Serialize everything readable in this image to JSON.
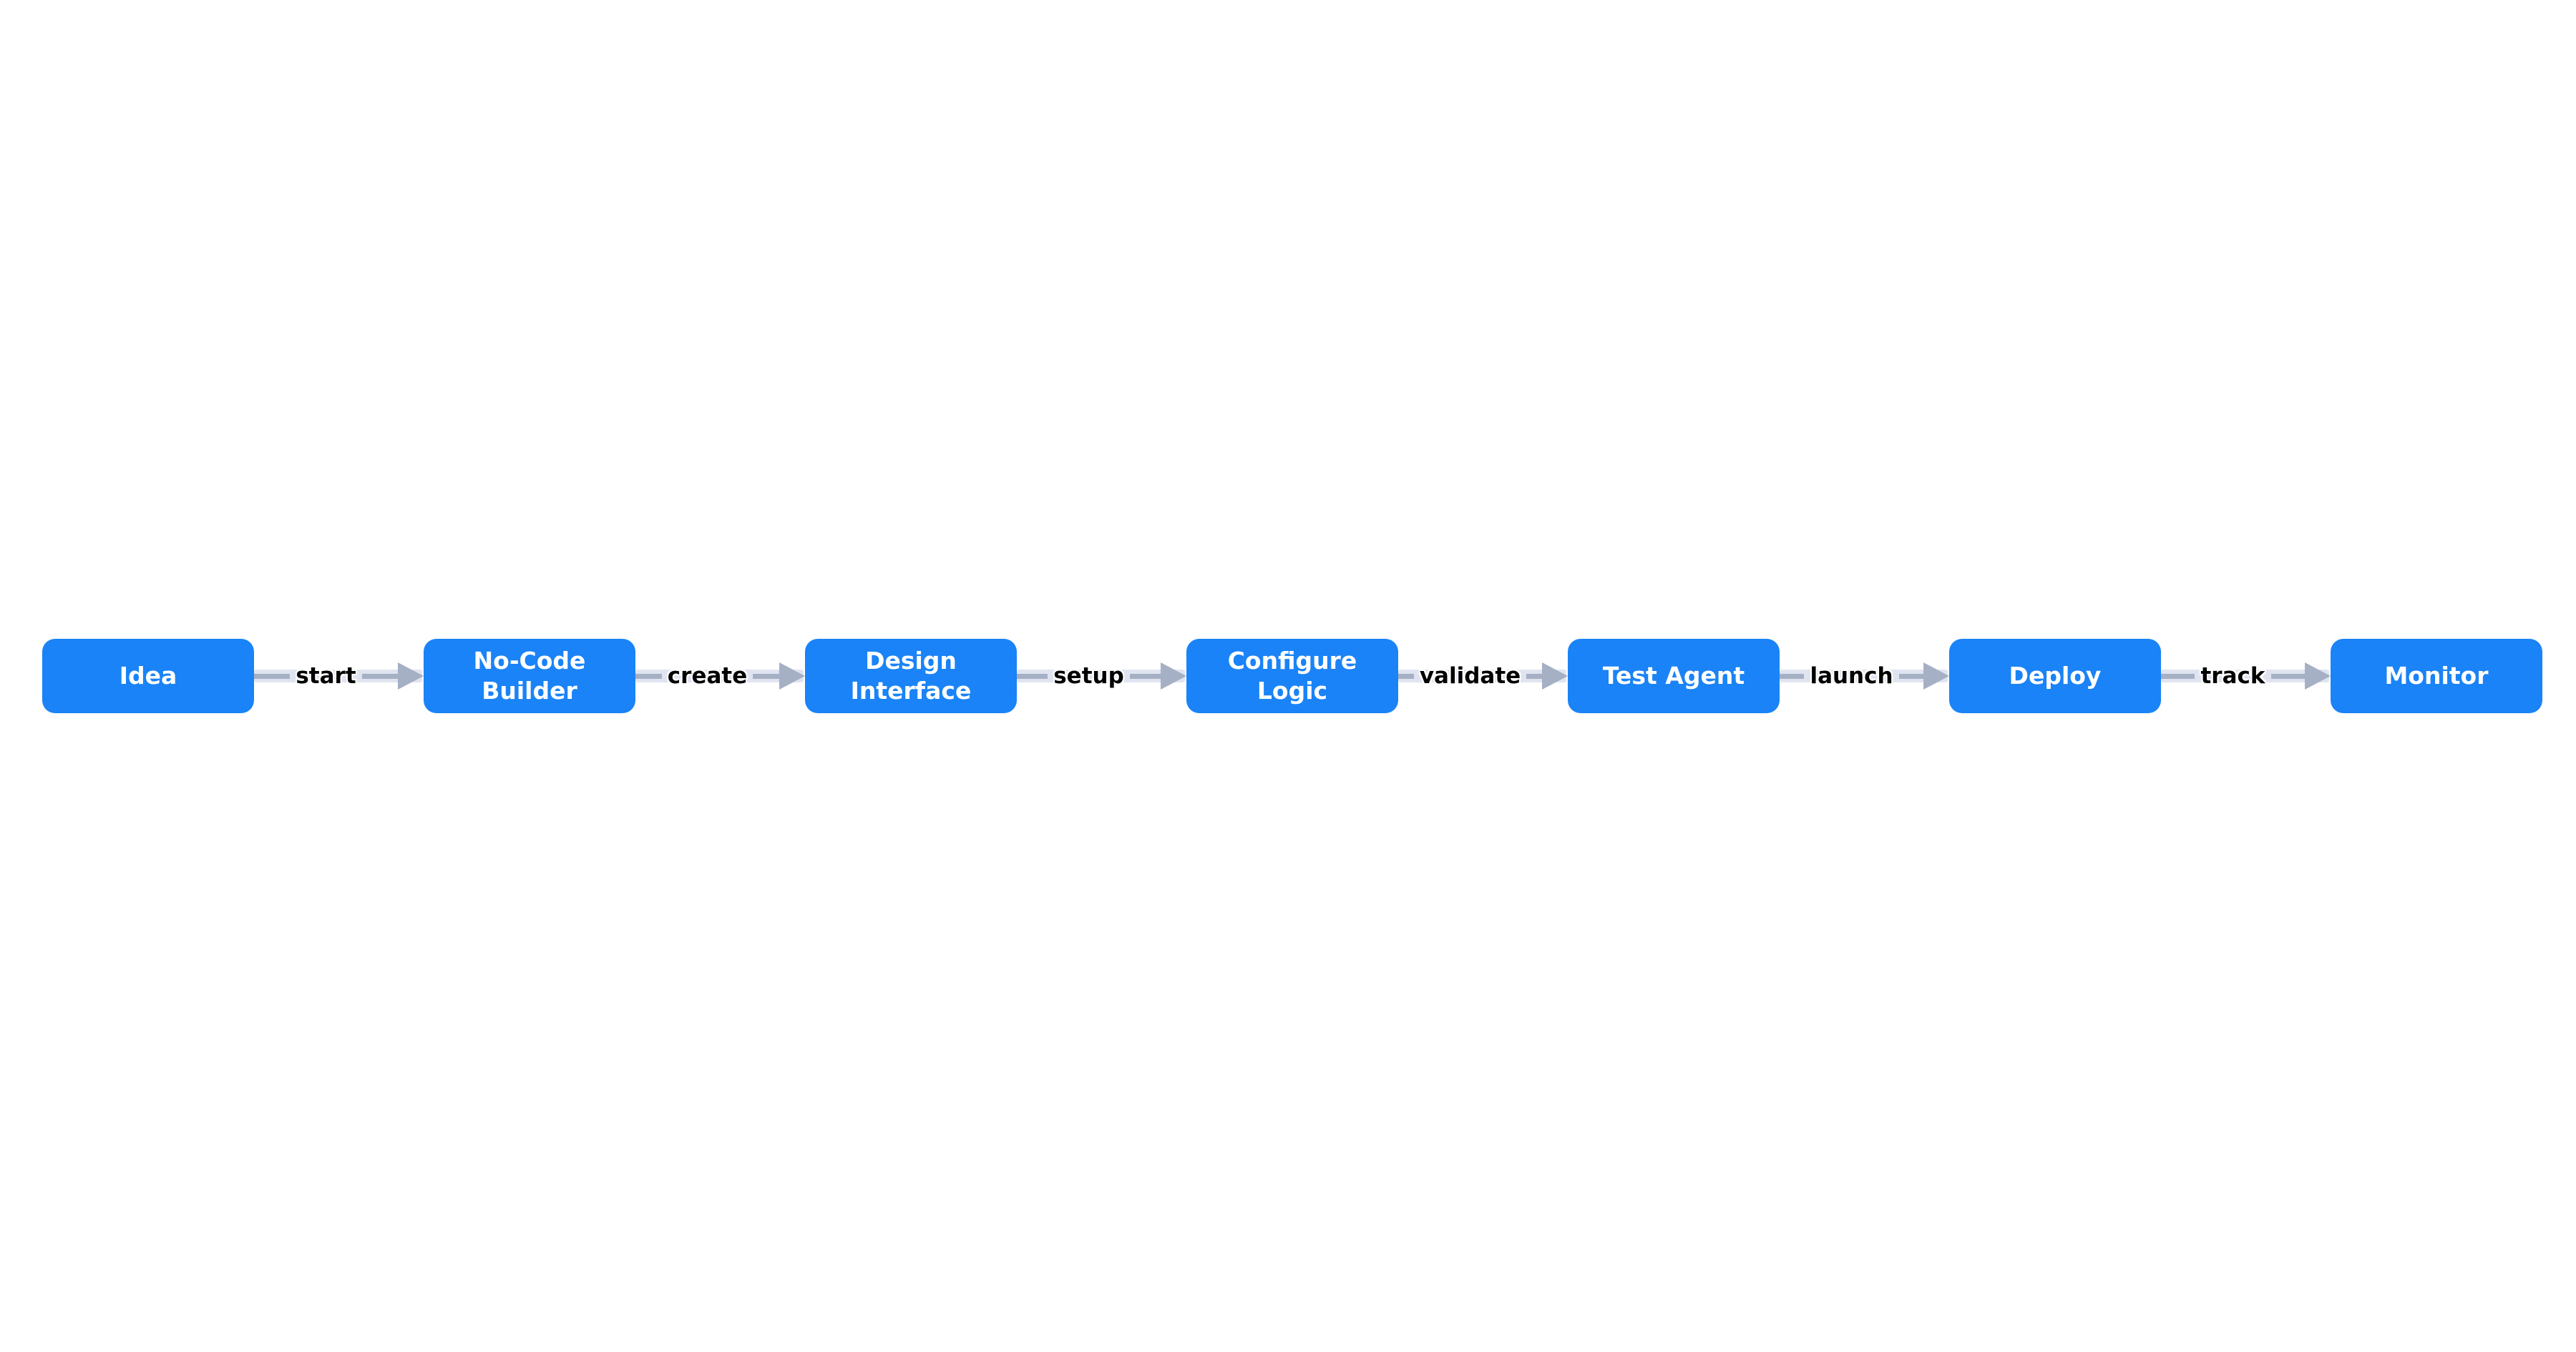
{
  "diagram": {
    "type": "flowchart",
    "direction": "left-to-right",
    "colors": {
      "background": "#ffffff",
      "node_fill": "#1A83F7",
      "node_text": "#ffffff",
      "edge_color": "#a6b0c5",
      "edge_halo": "#dfe4f0",
      "edge_label_color": "#000000"
    },
    "nodes": [
      {
        "id": "idea",
        "label": "Idea"
      },
      {
        "id": "no-code-builder",
        "label": "No-Code\nBuilder"
      },
      {
        "id": "design-interface",
        "label": "Design\nInterface"
      },
      {
        "id": "configure-logic",
        "label": "Configure\nLogic"
      },
      {
        "id": "test-agent",
        "label": "Test Agent"
      },
      {
        "id": "deploy",
        "label": "Deploy"
      },
      {
        "id": "monitor",
        "label": "Monitor"
      }
    ],
    "edges": [
      {
        "from": "idea",
        "to": "no-code-builder",
        "label": "start"
      },
      {
        "from": "no-code-builder",
        "to": "design-interface",
        "label": "create"
      },
      {
        "from": "design-interface",
        "to": "configure-logic",
        "label": "setup"
      },
      {
        "from": "configure-logic",
        "to": "test-agent",
        "label": "validate"
      },
      {
        "from": "test-agent",
        "to": "deploy",
        "label": "launch"
      },
      {
        "from": "deploy",
        "to": "monitor",
        "label": "track"
      }
    ]
  }
}
